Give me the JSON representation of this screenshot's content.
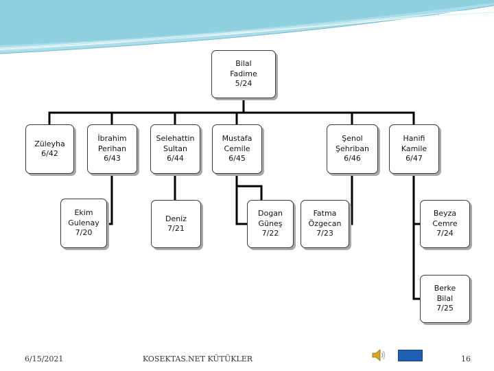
{
  "nodes": {
    "root": {
      "lines": [
        "Bilal",
        "Fadime",
        "5/24"
      ]
    },
    "zuleyha": {
      "lines": [
        "Züleyha",
        "6/42"
      ]
    },
    "ibrahim": {
      "lines": [
        "İbrahim",
        "Perihan",
        "6/43"
      ]
    },
    "selehattin": {
      "lines": [
        "Selehattin",
        "Sultan",
        "6/44"
      ]
    },
    "mustafa": {
      "lines": [
        "Mustafa",
        "Cemile",
        "6/45"
      ]
    },
    "senol": {
      "lines": [
        "Şenol",
        "Şehriban",
        "6/46"
      ]
    },
    "hanifi": {
      "lines": [
        "Hanifi",
        "Kamile",
        "6/47"
      ]
    },
    "ekim": {
      "lines": [
        "Ekim",
        "Gulenay",
        "7/20"
      ]
    },
    "deniz": {
      "lines": [
        "Deniz",
        "7/21"
      ]
    },
    "dogan": {
      "lines": [
        "Dogan",
        "Güneş",
        "7/22"
      ]
    },
    "fatma": {
      "lines": [
        "Fatma",
        "Özgecan",
        "7/23"
      ]
    },
    "beyza": {
      "lines": [
        "Beyza",
        "Cemre",
        "7/24"
      ]
    },
    "berke": {
      "lines": [
        "Berke",
        "Bilal",
        "7/25"
      ]
    }
  },
  "footer": {
    "date": "6/15/2021",
    "center": "KOSEKTAS.NET KÜTÜKLER",
    "page": "16"
  },
  "icons": {
    "speaker": "speaker-icon",
    "nav": "nav-forward-button"
  },
  "colors": {
    "header_band": "#9ad6e4",
    "nav_button": "#1f5fb4"
  }
}
